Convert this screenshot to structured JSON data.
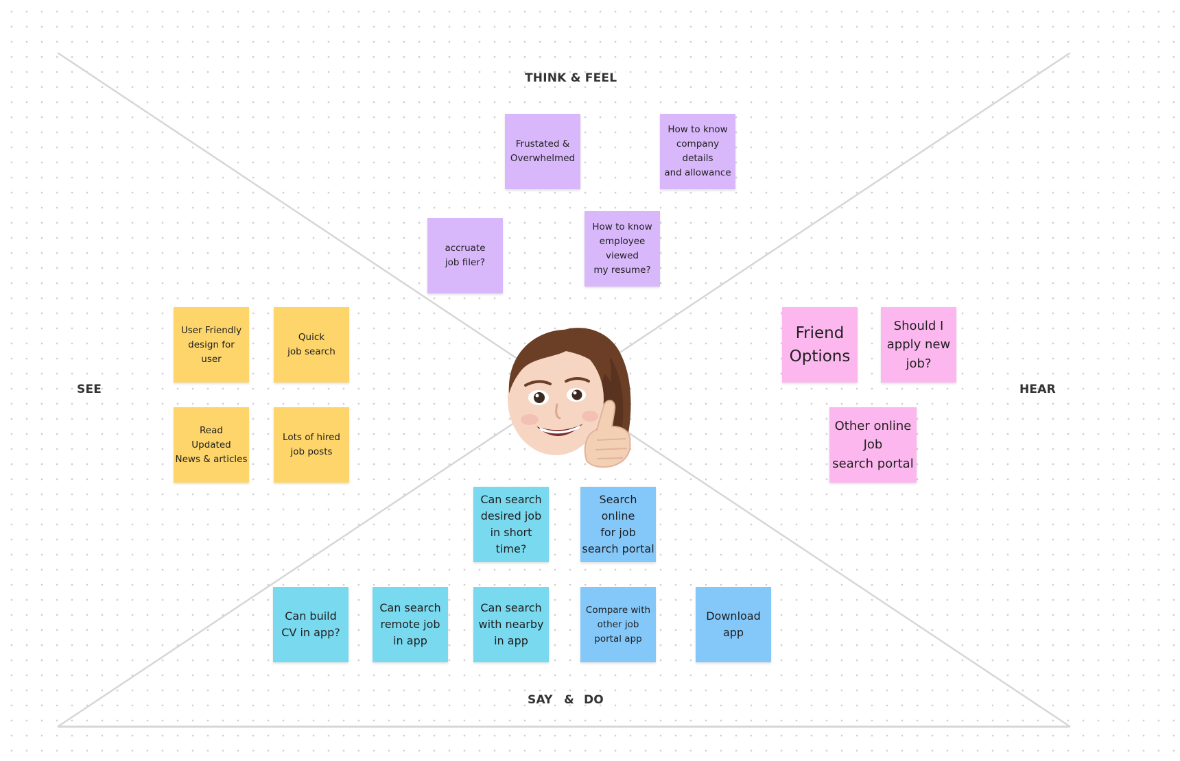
{
  "sections": {
    "think_feel": "THINK & FEEL",
    "see": "SEE",
    "hear": "HEAR",
    "say": "SAY",
    "amp": "&",
    "do": "DO"
  },
  "colors": {
    "yellow": "#fdd56b",
    "purple": "#d8b8fb",
    "pink": "#fcb8ee",
    "teal": "#79d9ef",
    "sky": "#84c8fa",
    "lines": "#d6d6d6"
  },
  "center_avatar": {
    "icon": "memoji-thumbs-up-icon"
  },
  "notes": {
    "think_feel": [
      "Frustated &\nOverwhelmed",
      "How to know\ncompany details\nand allowance",
      "accruate\njob filer?",
      "How to know\nemployee viewed\nmy resume?"
    ],
    "see": [
      "User Friendly\ndesign for\nuser",
      "Quick\njob search",
      "Read\nUpdated\nNews & articles",
      "Lots of hired\njob posts"
    ],
    "hear": [
      "Friend\nOptions",
      "Should I\napply new\njob?",
      "Other online\nJob\nsearch portal"
    ],
    "say_do": [
      "Can search\ndesired job\nin short time?",
      "Search online\nfor job\nsearch portal",
      "Can build\nCV in app?",
      "Can search\nremote job\nin app",
      "Can search\nwith nearby\nin app",
      "Compare with\nother job\nportal app",
      "Download\napp"
    ]
  }
}
